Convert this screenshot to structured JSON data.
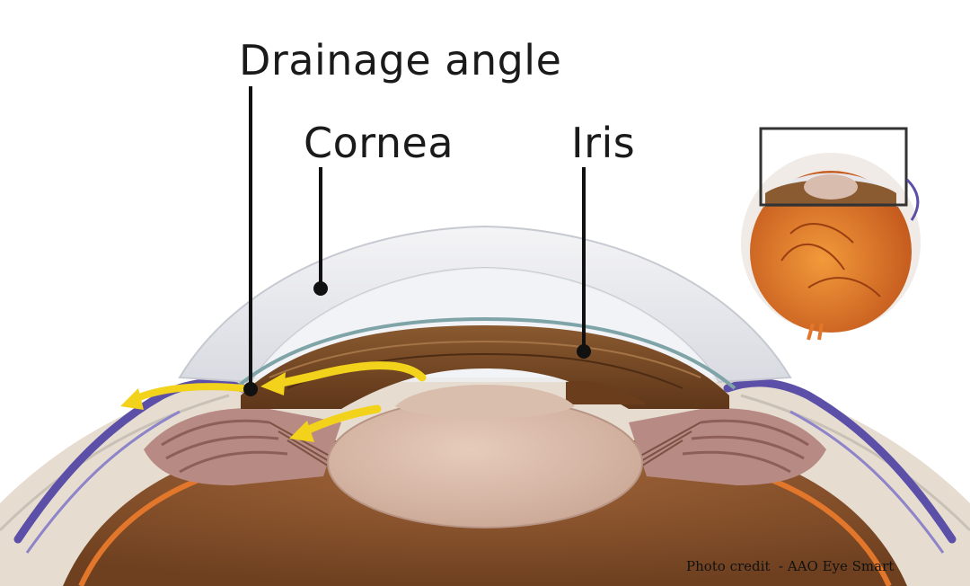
{
  "labels": {
    "drainage_angle": "Drainage angle",
    "cornea": "Cornea",
    "iris": "Iris"
  },
  "credit": "Photo credit  - AAO Eye Smart",
  "colors": {
    "background": "#ffffff",
    "cornea": "#e9eaee",
    "iris": "#7a4a26",
    "lens": "#d4b6a6",
    "ciliary_body": "#b88a84",
    "sclera": "#e6ddd0",
    "conjunctiva_vessel": "#5b4fa8",
    "aqueous_flow": "#f2d21b",
    "retina": "#e2762a",
    "vitreous": "#8a5530",
    "pointer_line": "#111111"
  },
  "icons": {
    "flow_arrows": "yellow-arrow-icon",
    "inset": "whole-eye-inset-icon"
  }
}
